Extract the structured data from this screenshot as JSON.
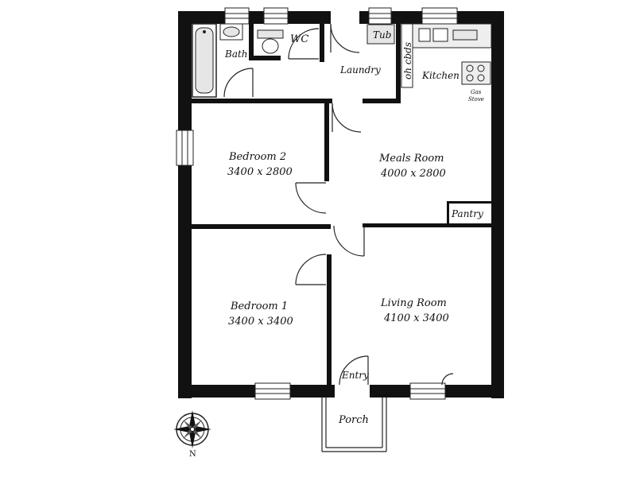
{
  "rooms": {
    "bath": {
      "name": "Bath"
    },
    "wc": {
      "name": "WC"
    },
    "tub": {
      "name": "Tub"
    },
    "laundry": {
      "name": "Laundry"
    },
    "oh_cbds": {
      "name": "oh cbds"
    },
    "kitchen": {
      "name": "Kitchen"
    },
    "gas_stove": {
      "line1": "Gas",
      "line2": "Stove"
    },
    "bedroom2": {
      "name": "Bedroom 2",
      "size": "3400 x 2800"
    },
    "meals": {
      "name": "Meals Room",
      "size": "4000 x 2800"
    },
    "pantry": {
      "name": "Pantry"
    },
    "bedroom1": {
      "name": "Bedroom 1",
      "size": "3400 x 3400"
    },
    "living": {
      "name": "Living Room",
      "size": "4100 x 3400"
    },
    "entry": {
      "name": "Entry"
    },
    "porch": {
      "name": "Porch"
    }
  },
  "compass": {
    "north": "N"
  },
  "colors": {
    "wall": "#111111",
    "fixture_fill": "#e6e6e6",
    "line": "#222222"
  }
}
